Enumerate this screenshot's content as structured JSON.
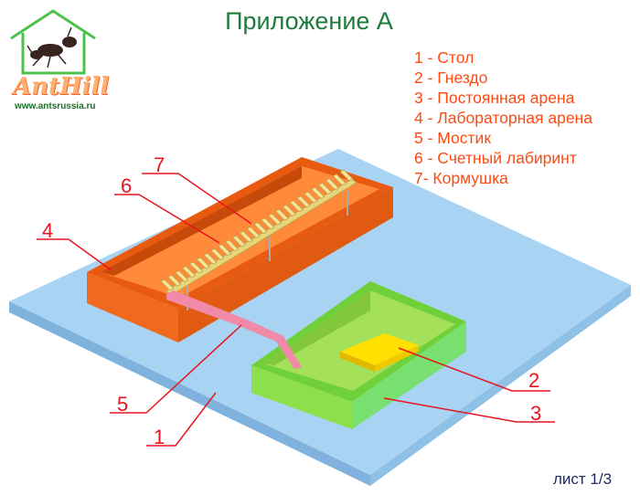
{
  "title": "Приложение А",
  "logo": {
    "name": "AntHill",
    "url": "www.antsrussia.ru"
  },
  "legend": [
    "1 - Стол",
    "2 - Гнездо",
    "3 - Постоянная арена",
    "4 - Лабораторная арена",
    "5 - Мостик",
    "6 - Счетный лабиринт",
    "7- Кормушка"
  ],
  "labels": {
    "l1": "1",
    "l2": "2",
    "l3": "3",
    "l4": "4",
    "l5": "5",
    "l6": "6",
    "l7": "7"
  },
  "sheet": "лист 1/3",
  "colors": {
    "table": "#a9d3f2",
    "lab_arena": "#f06a1e",
    "arena": "#8ee04a",
    "nest": "#ffd800",
    "bridge": "#f08aa8",
    "maze": "#f3e49a",
    "leader": "#e8141e"
  }
}
